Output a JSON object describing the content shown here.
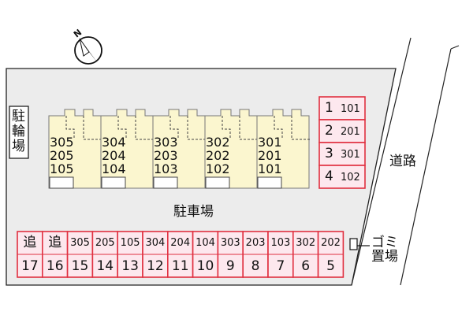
{
  "compass": {
    "label": "N"
  },
  "bicycle_parking": {
    "label": "駐輪場"
  },
  "parking_label": "駐車場",
  "road_label": "道路",
  "garbage_label": "ゴミ置場",
  "buildings": [
    {
      "units": [
        "305",
        "205",
        "105"
      ]
    },
    {
      "units": [
        "304",
        "204",
        "104"
      ]
    },
    {
      "units": [
        "303",
        "203",
        "103"
      ]
    },
    {
      "units": [
        "302",
        "202",
        "102"
      ]
    },
    {
      "units": [
        "301",
        "201",
        "101"
      ]
    }
  ],
  "right_spaces": [
    {
      "num": "1",
      "unit": "101"
    },
    {
      "num": "2",
      "unit": "201"
    },
    {
      "num": "3",
      "unit": "301"
    },
    {
      "num": "4",
      "unit": "102"
    }
  ],
  "bottom_spaces": [
    {
      "unit": "追",
      "num": "17"
    },
    {
      "unit": "追",
      "num": "16"
    },
    {
      "unit": "305",
      "num": "15"
    },
    {
      "unit": "205",
      "num": "14"
    },
    {
      "unit": "105",
      "num": "13"
    },
    {
      "unit": "304",
      "num": "12"
    },
    {
      "unit": "204",
      "num": "11"
    },
    {
      "unit": "104",
      "num": "10"
    },
    {
      "unit": "303",
      "num": "9"
    },
    {
      "unit": "203",
      "num": "8"
    },
    {
      "unit": "103",
      "num": "7"
    },
    {
      "unit": "302",
      "num": "6"
    },
    {
      "unit": "202",
      "num": "5"
    }
  ],
  "colors": {
    "lot": "#ececec",
    "building": "#fbf6cf",
    "space_border": "#e03040",
    "space_fill": "#fde8ee",
    "text": "#111111"
  }
}
